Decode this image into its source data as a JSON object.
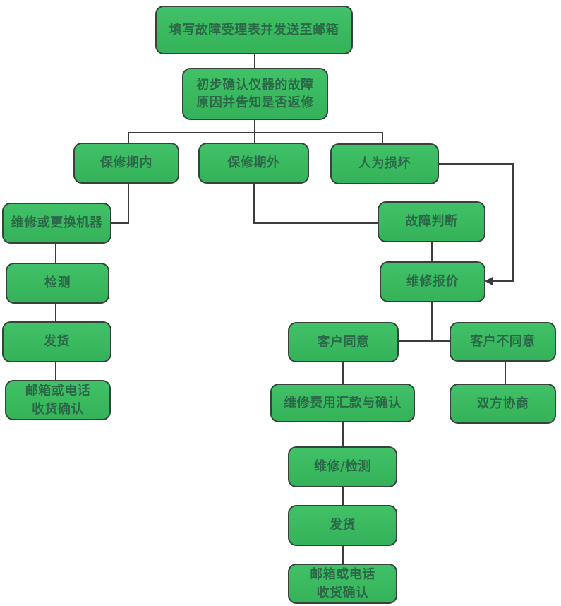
{
  "diagram": {
    "name": "repair-service-flowchart",
    "colors": {
      "node_fill": "#3ab95f",
      "node_border": "#35433a",
      "node_text": "#2b6847",
      "connector": "#3c3c3c",
      "background": "#ffffff"
    },
    "nodes": [
      {
        "id": "fill-form",
        "label": "填写故障受理表并发送至邮箱"
      },
      {
        "id": "confirm-cause",
        "label": "初步确认仪器的故障\n原因并告知是否返修"
      },
      {
        "id": "in-warranty",
        "label": "保修期内"
      },
      {
        "id": "out-warranty",
        "label": "保修期外"
      },
      {
        "id": "man-made-damage",
        "label": "人为损坏"
      },
      {
        "id": "repair-or-replace",
        "label": "维修或更换机器"
      },
      {
        "id": "test-left",
        "label": "检测"
      },
      {
        "id": "ship-left",
        "label": "发货"
      },
      {
        "id": "receipt-left",
        "label": "邮箱或电话\n收货确认"
      },
      {
        "id": "fault-judgement",
        "label": "故障判断"
      },
      {
        "id": "repair-quote",
        "label": "维修报价"
      },
      {
        "id": "customer-agree",
        "label": "客户同意"
      },
      {
        "id": "customer-disagree",
        "label": "客户不同意"
      },
      {
        "id": "fee-remittance",
        "label": "维修费用汇款与确认"
      },
      {
        "id": "negotiation",
        "label": "双方协商"
      },
      {
        "id": "repair-test",
        "label": "维修/检测"
      },
      {
        "id": "ship-mid",
        "label": "发货"
      },
      {
        "id": "receipt-mid",
        "label": "邮箱或电话\n收货确认"
      }
    ]
  }
}
